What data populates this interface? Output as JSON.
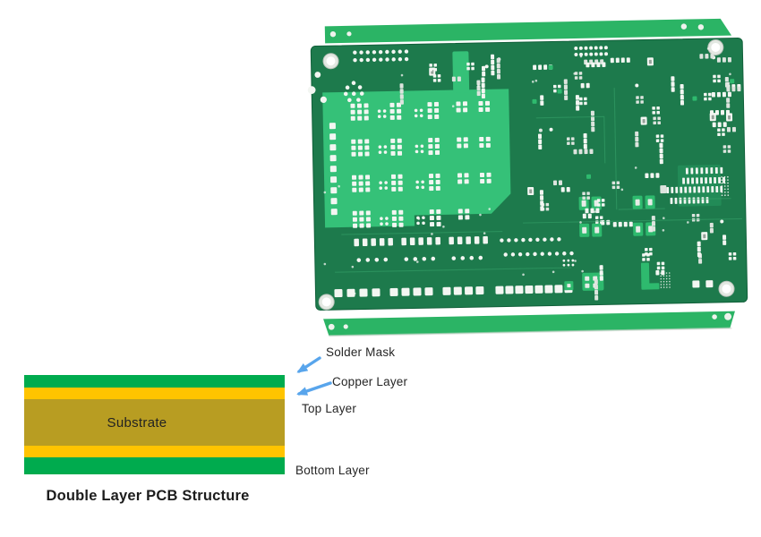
{
  "diagram": {
    "title": "Double Layer PCB Structure",
    "labels": {
      "solder_mask": "Solder Mask",
      "copper_layer": "Copper Layer",
      "top_layer": "Top Layer",
      "bottom_layer": "Bottom Layer",
      "substrate": "Substrate"
    },
    "layers": [
      {
        "name": "solder-mask-top",
        "color": "#00ab4e",
        "height": 14
      },
      {
        "name": "copper-top",
        "color": "#ffc400",
        "height": 13
      },
      {
        "name": "substrate",
        "color": "#b89d22",
        "height": 52
      },
      {
        "name": "copper-bottom",
        "color": "#ffc400",
        "height": 13
      },
      {
        "name": "solder-mask-bottom",
        "color": "#00ab4e",
        "height": 19
      }
    ],
    "arrow_color": "#58a5ec",
    "text_color": "#262626"
  },
  "pcb_photo": {
    "colors": {
      "board": "#1d7a4c",
      "board_edge": "#11603a",
      "rail": "#2bb465",
      "light_region": "#35c178",
      "pad": "#f3f6f2",
      "pad_silver": "#dde4de",
      "hole_ring": "#b9c2ba",
      "exposed_pad": "#2eba6e",
      "trace": "#3aa86d"
    }
  }
}
